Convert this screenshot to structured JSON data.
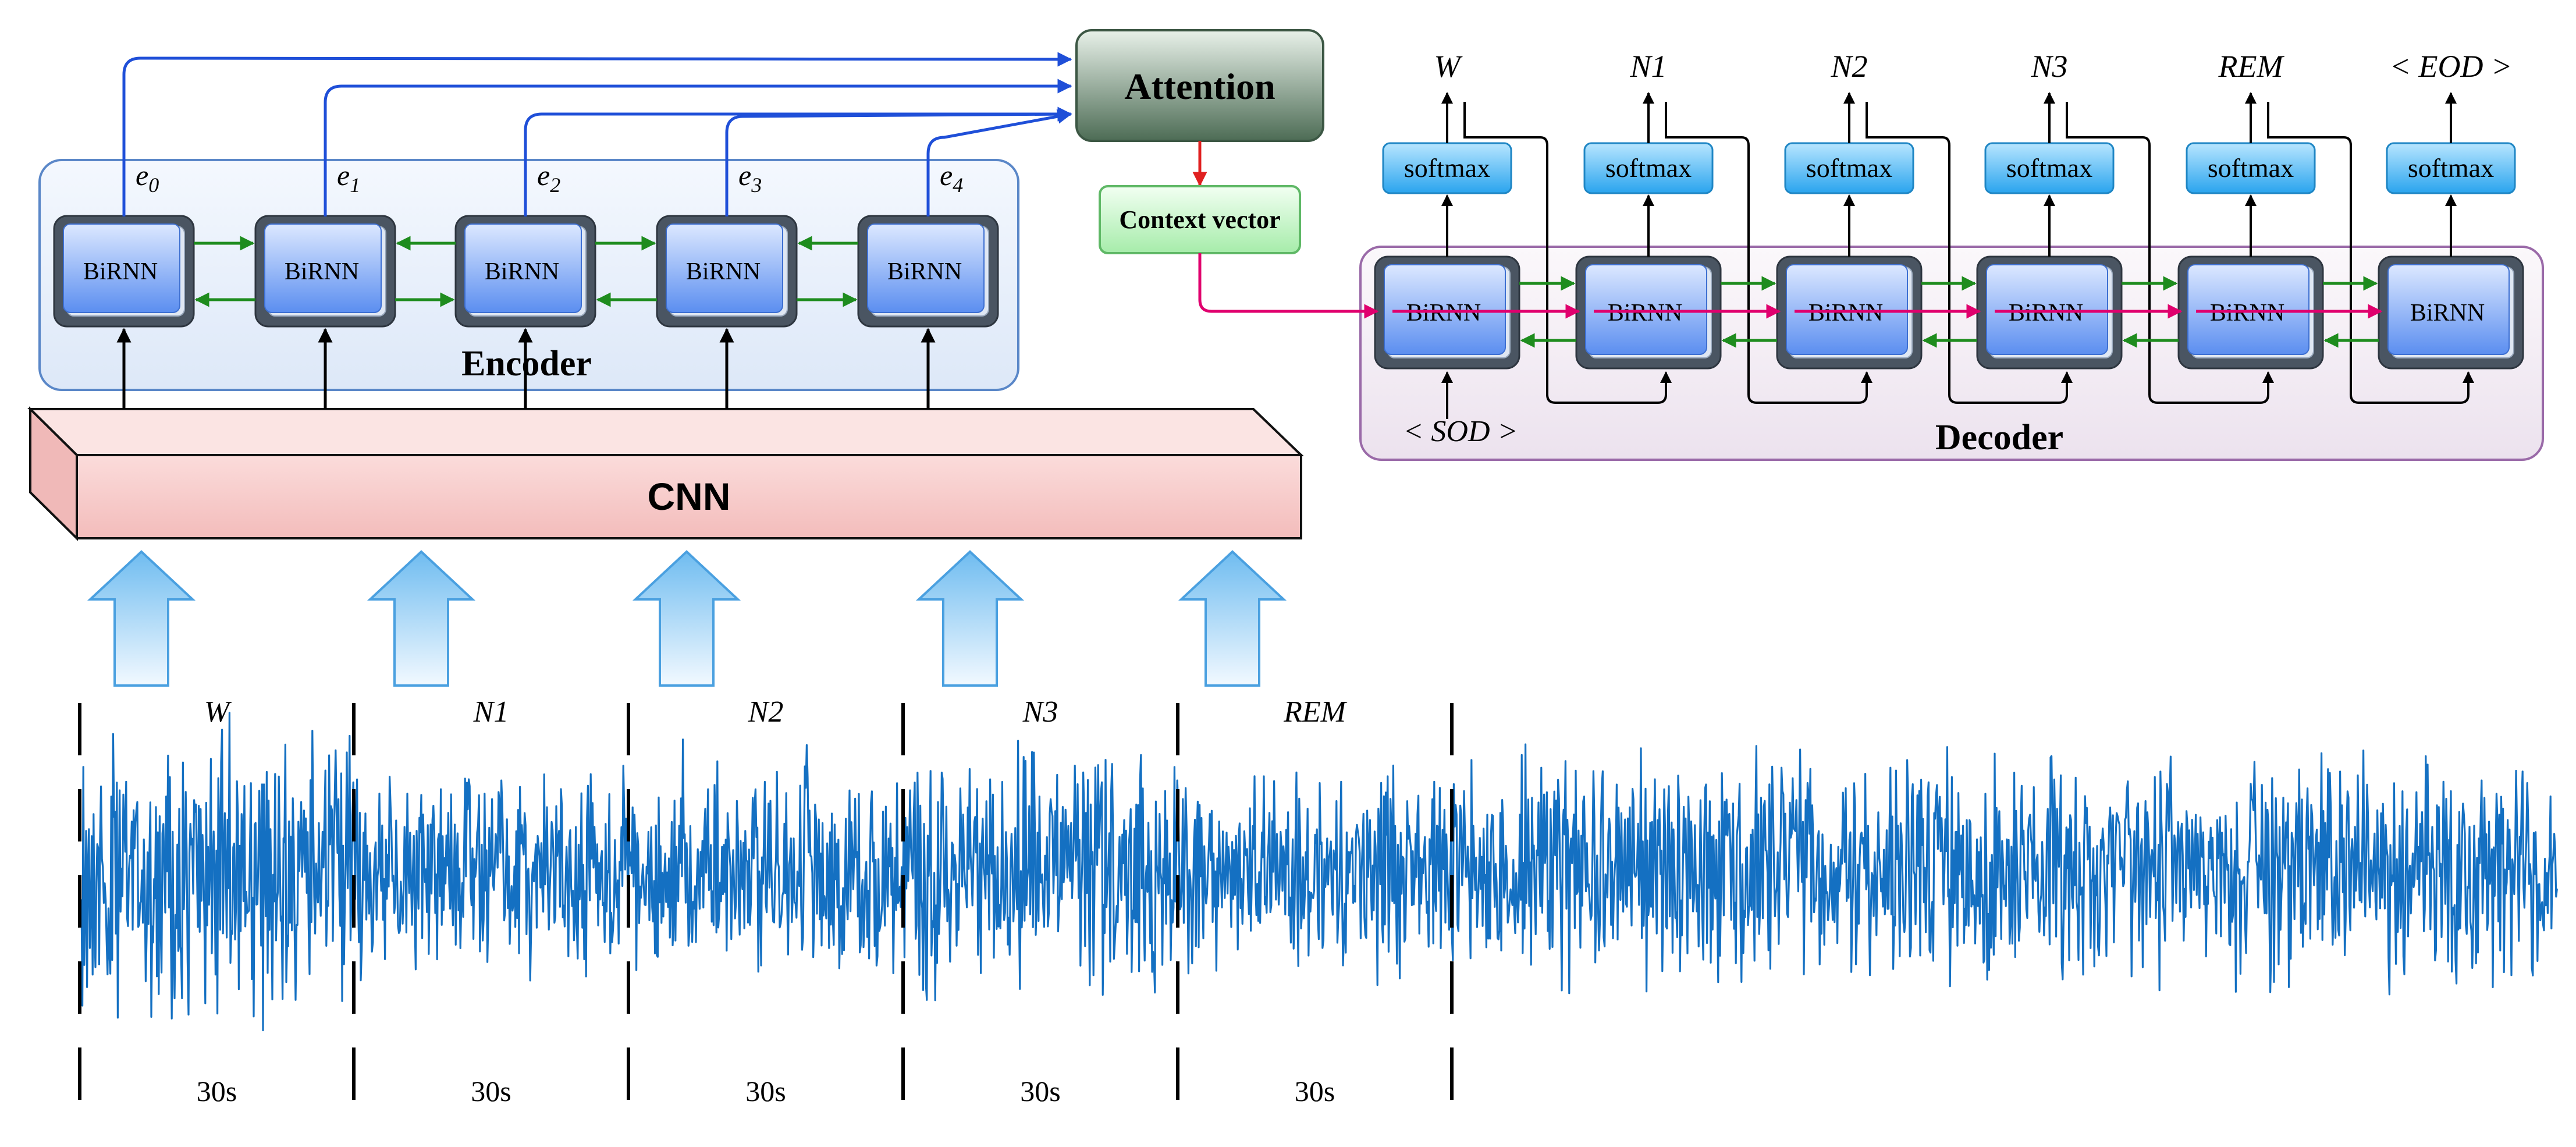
{
  "encoder": {
    "title": "Encoder",
    "cell_label": "BiRNN",
    "outputs": [
      {
        "base": "e",
        "sub": "0"
      },
      {
        "base": "e",
        "sub": "1"
      },
      {
        "base": "e",
        "sub": "2"
      },
      {
        "base": "e",
        "sub": "3"
      },
      {
        "base": "e",
        "sub": "4"
      }
    ]
  },
  "cnn": {
    "label": "CNN"
  },
  "attention": {
    "label": "Attention"
  },
  "context": {
    "label": "Context vector"
  },
  "decoder": {
    "title": "Decoder",
    "cell_label": "BiRNN",
    "softmax_label": "softmax",
    "start_token": "< SOD >",
    "outputs": [
      "W",
      "N1",
      "N2",
      "N3",
      "REM",
      "< EOD >"
    ]
  },
  "signal": {
    "epochs": [
      {
        "stage": "W",
        "duration": "30s"
      },
      {
        "stage": "N1",
        "duration": "30s"
      },
      {
        "stage": "N2",
        "duration": "30s"
      },
      {
        "stage": "N3",
        "duration": "30s"
      },
      {
        "stage": "REM",
        "duration": "30s"
      }
    ],
    "color": "#1470c2"
  },
  "colors": {
    "encoder_arrows": "#1f4fd8",
    "bidirectional_arrows": "#1e8c1e",
    "context_arrow": "#e0006e",
    "attention_to_context": "#e02020",
    "cell_fill": "#5b8ef0",
    "cell_frame": "#4a5562",
    "softmax_fill": "#38b0f0",
    "attention_fill": "#55775c",
    "context_fill": "#b8f4b8",
    "cnn_fill": "#f6c8c6",
    "encoder_bg": "#e6eefa",
    "decoder_bg": "#f2eaf2"
  }
}
